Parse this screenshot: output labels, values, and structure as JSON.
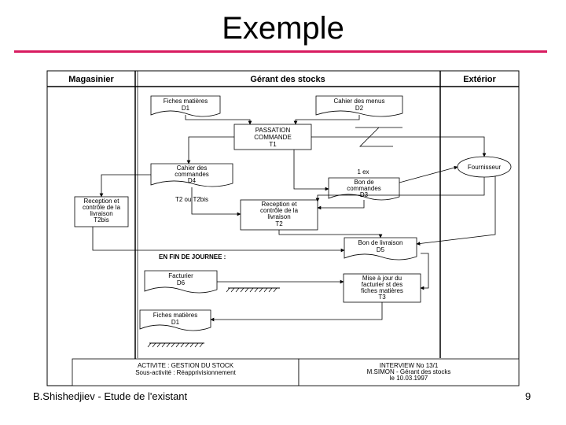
{
  "slide": {
    "title": "Exemple",
    "footer": "B.Shishedjiev -  Etude de l'existant",
    "page_number": "9",
    "accent_color": "#d81b60"
  },
  "diagram": {
    "lanes": {
      "magasinier": "Magasinier",
      "gerant": "Gérant des stocks",
      "exterieur": "Extérior"
    },
    "documents": {
      "fiches_d1_top": [
        "Fiches matières",
        "D1"
      ],
      "cahier_menus": [
        "Cahier des menus",
        "D2"
      ],
      "cahier_commandes": [
        "Cahier des",
        "commandes",
        "D4"
      ],
      "bon_commandes": [
        "Bon de",
        "commandes",
        "D3"
      ],
      "bon_livraison": [
        "Bon de livraison",
        "D5"
      ],
      "facturier": [
        "Facturier",
        "D6"
      ],
      "fiches_d1_bottom": [
        "Fiches matières",
        "D1"
      ]
    },
    "processes": {
      "passation": [
        "PASSATION",
        "COMMANDE",
        "T1"
      ],
      "reception_t2": [
        "Reception et",
        "contrôle de la",
        "livraison",
        "T2"
      ],
      "reception_t2bis": [
        "Reception et",
        "contrôle de la",
        "livraison",
        "T2bis"
      ],
      "maj_facturier": [
        "Mise à jour du",
        "facturier st des",
        "fiches matières",
        "T3"
      ]
    },
    "external": {
      "fournisseur": "Fournisseur"
    },
    "notes": {
      "one_copy": "1 ex",
      "t2_or_t2bis": "T2 ou T2bis",
      "end_of_day": "EN FIN DE JOURNEE :"
    },
    "footer_boxes": {
      "activity": [
        "ACTIVITE : GESTION DU STOCK",
        "Sous-activité : Réapprivisionnement"
      ],
      "interview": [
        "INTERVIEW No 13/1",
        "M.SIMON - Gérant des stocks",
        "le 10.03.1997"
      ]
    }
  }
}
